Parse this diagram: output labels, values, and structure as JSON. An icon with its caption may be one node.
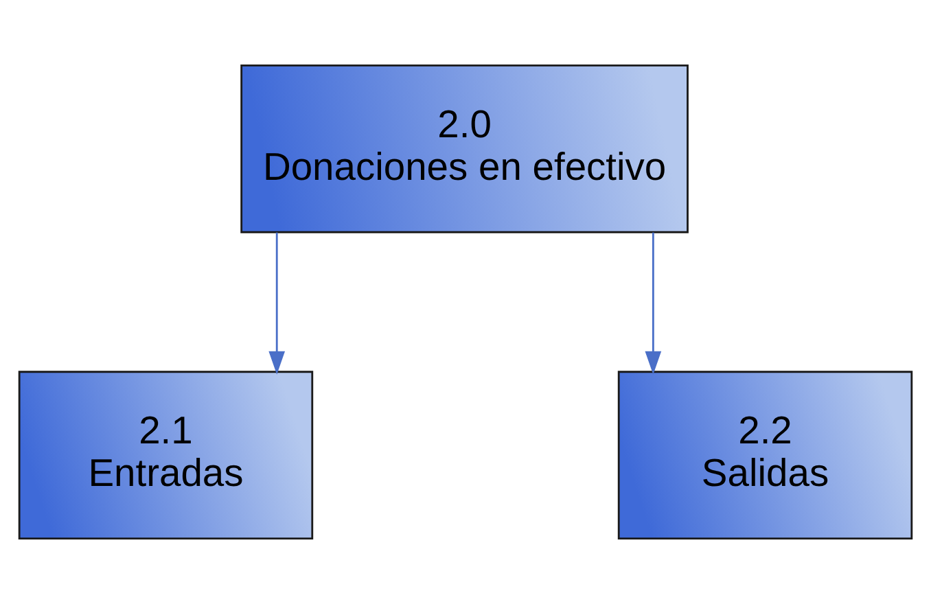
{
  "diagram": {
    "nodes": [
      {
        "text": [
          "2.0",
          "Donaciones en efectivo"
        ]
      },
      {
        "text": [
          "2.1",
          "Entradas"
        ]
      },
      {
        "text": [
          "2.2",
          "Salidas"
        ]
      }
    ],
    "edges": [
      {
        "from": 0,
        "to": 1,
        "arrow": "to"
      },
      {
        "from": 0,
        "to": 2,
        "arrow": "to"
      }
    ]
  }
}
